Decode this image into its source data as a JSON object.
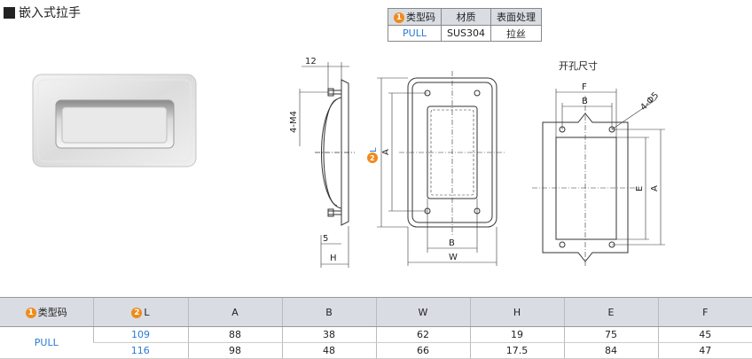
{
  "title": "嵌入式拉手",
  "spec_table": {
    "headers": [
      "类型码",
      "材质",
      "表面处理"
    ],
    "header_badge": "1",
    "row": [
      "PULL",
      "SUS304",
      "拉丝"
    ]
  },
  "drawing": {
    "cutout_title": "开孔尺寸",
    "labels": {
      "d12": "12",
      "m4": "4-M4",
      "d5": "5",
      "h": "H",
      "l": "L",
      "l_badge": "2",
      "a1": "A",
      "b1": "B",
      "w": "W",
      "f": "F",
      "b2": "B",
      "phi": "4-Φ5",
      "e": "E",
      "a2": "A"
    }
  },
  "dims_table": {
    "headers": [
      {
        "text": "类型码",
        "badge": "1"
      },
      {
        "text": "L",
        "badge": "2"
      },
      {
        "text": "A"
      },
      {
        "text": "B"
      },
      {
        "text": "W"
      },
      {
        "text": "H"
      },
      {
        "text": "E"
      },
      {
        "text": "F"
      }
    ],
    "type_code": "PULL",
    "rows": [
      [
        "109",
        "88",
        "38",
        "62",
        "19",
        "75",
        "45"
      ],
      [
        "116",
        "98",
        "48",
        "66",
        "17.5",
        "84",
        "47"
      ]
    ]
  }
}
